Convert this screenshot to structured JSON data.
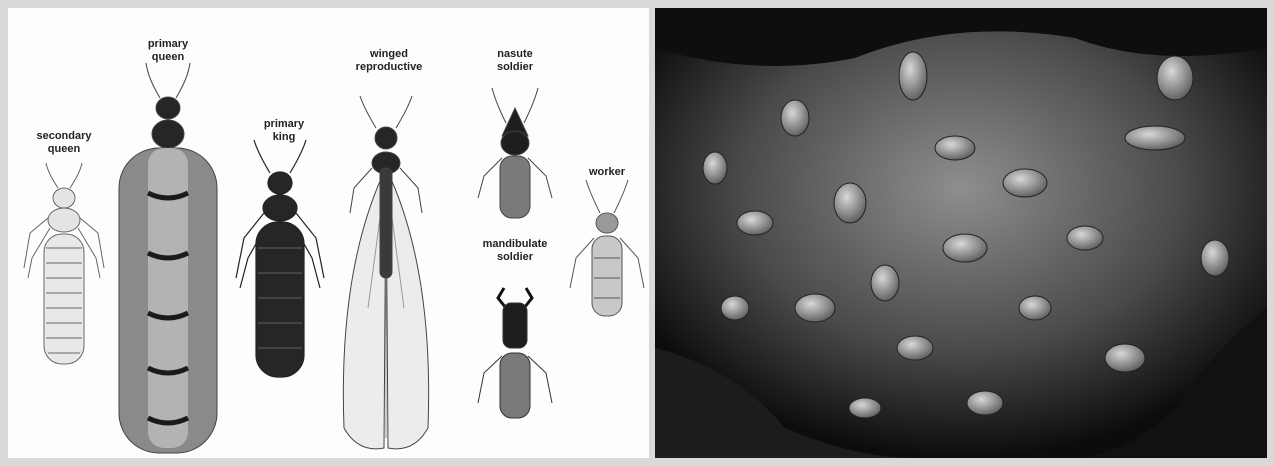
{
  "diagram": {
    "castes": [
      {
        "id": "secondary-queen",
        "label": "secondary\nqueen"
      },
      {
        "id": "primary-queen",
        "label": "primary\nqueen"
      },
      {
        "id": "primary-king",
        "label": "primary\nking"
      },
      {
        "id": "winged-reproductive",
        "label": "winged\nreproductive"
      },
      {
        "id": "nasute-soldier",
        "label": "nasute\nsoldier"
      },
      {
        "id": "worker",
        "label": "worker"
      },
      {
        "id": "mandibulate-soldier",
        "label": "mandibulate\nsoldier"
      }
    ]
  },
  "colors": {
    "light_body": "#e4e4e4",
    "queen_abdomen": "#8a8a8a",
    "dark_body": "#262626",
    "wing": "#cfcfcf",
    "soldier_body": "#7a7a7a",
    "photo_bg": "#111111"
  }
}
